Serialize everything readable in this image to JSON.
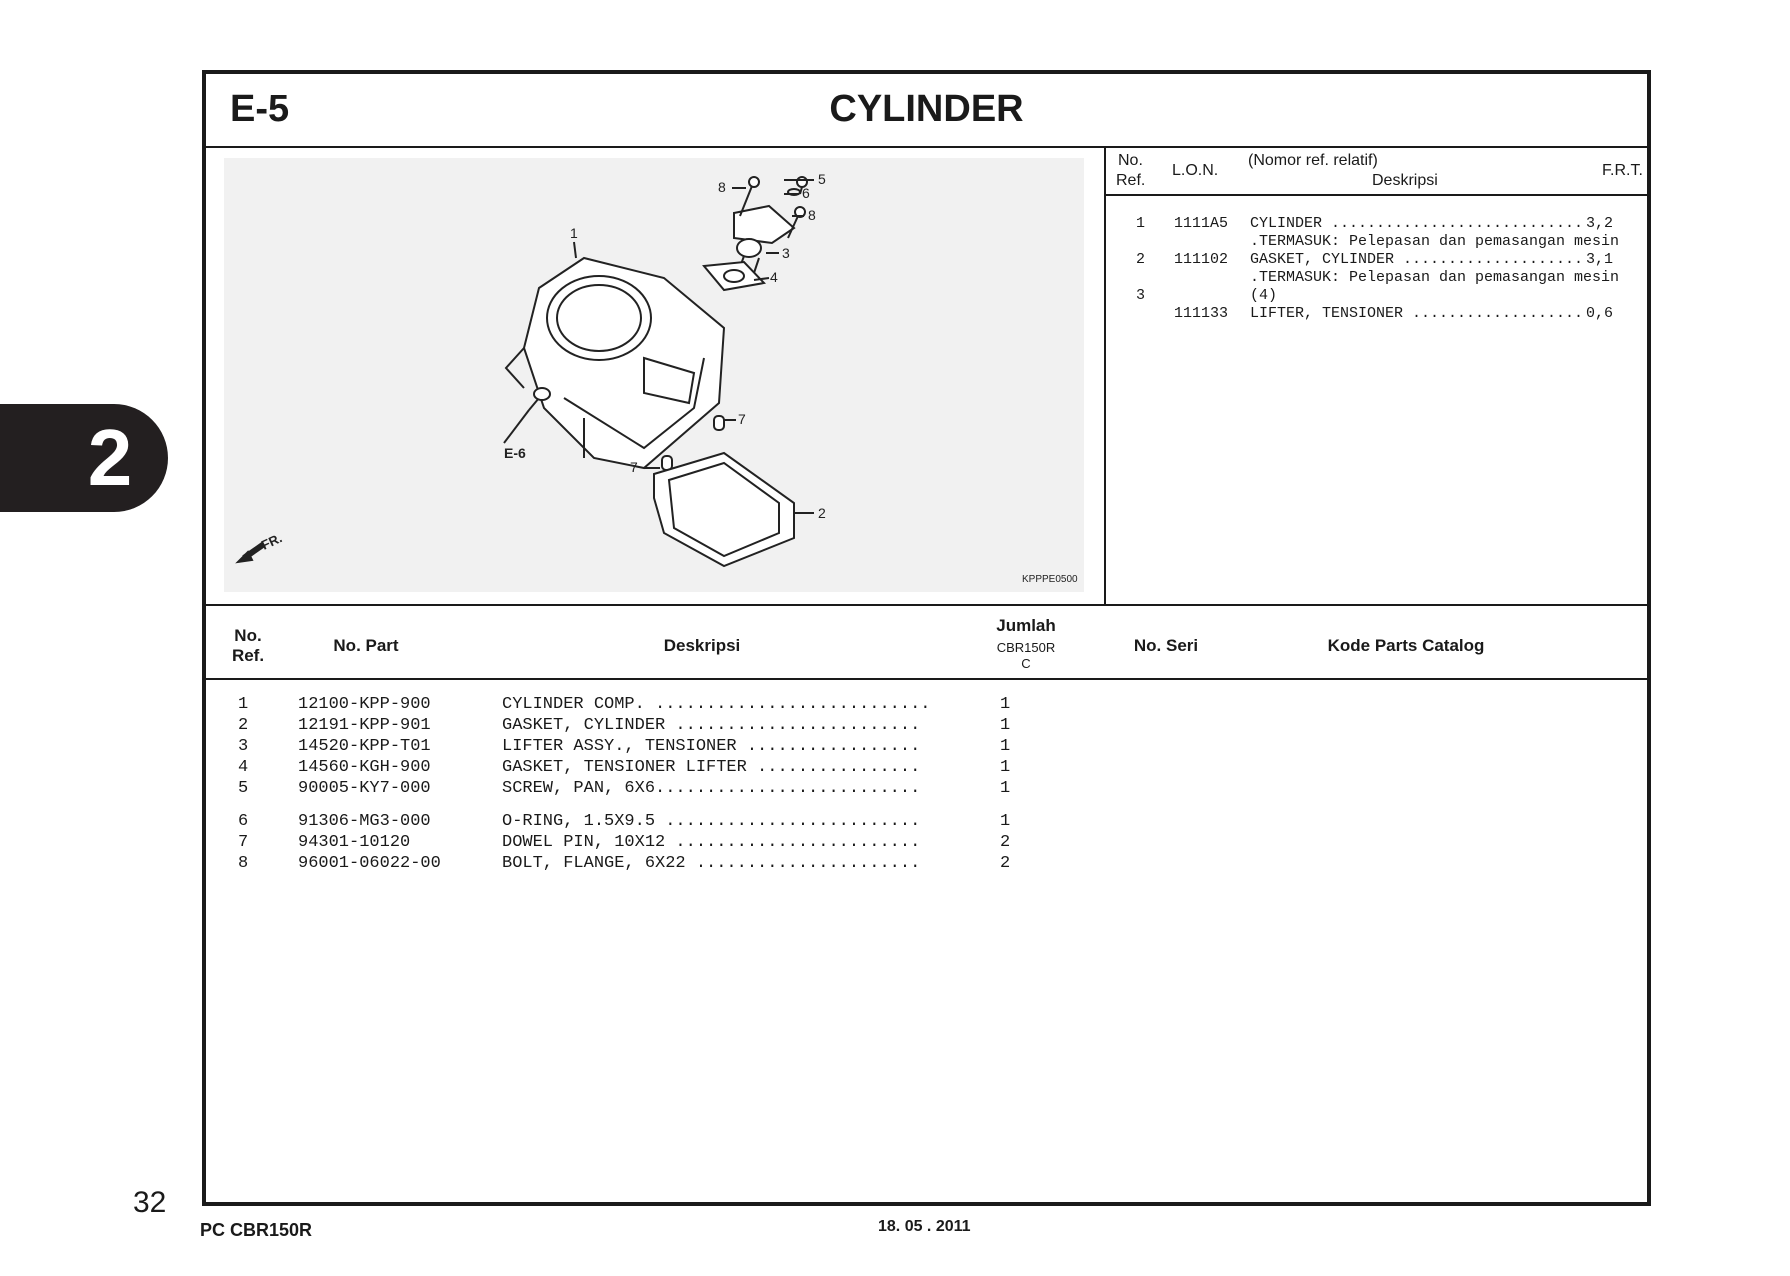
{
  "section_tab": "2",
  "page_number": "32",
  "header": {
    "code": "E-5",
    "title": "CYLINDER"
  },
  "diagram": {
    "image_code": "KPPPE0500",
    "fr_label": "FR.",
    "ref_e6": "E-6",
    "callouts": [
      "1",
      "2",
      "3",
      "4",
      "5",
      "6",
      "7",
      "7",
      "8",
      "8"
    ]
  },
  "lon_table": {
    "headers": {
      "no_ref_1": "No.",
      "no_ref_2": "Ref.",
      "lon": "L.O.N.",
      "relatif": "(Nomor ref. relatif)",
      "deskripsi": "Deskripsi",
      "frt": "F.R.T."
    },
    "rows": [
      {
        "ref": "1",
        "lon": "1111A5",
        "desc": "CYLINDER ............................",
        "frt": "3,2"
      },
      {
        "ref": "",
        "lon": "",
        "desc": ".TERMASUK: Pelepasan dan pemasangan mesin",
        "frt": ""
      },
      {
        "ref": "2",
        "lon": "111102",
        "desc": "GASKET, CYLINDER ....................",
        "frt": "3,1"
      },
      {
        "ref": "",
        "lon": "",
        "desc": ".TERMASUK: Pelepasan dan pemasangan mesin",
        "frt": ""
      },
      {
        "ref": "3",
        "lon": "",
        "desc": "(4)",
        "frt": ""
      },
      {
        "ref": "",
        "lon": "111133",
        "desc": "LIFTER, TENSIONER ...................",
        "frt": "0,6"
      }
    ]
  },
  "parts_table": {
    "headers": {
      "no_ref_1": "No.",
      "no_ref_2": "Ref.",
      "no_part": "No. Part",
      "deskripsi": "Deskripsi",
      "jumlah": "Jumlah",
      "model_1": "CBR150R",
      "model_2": "C",
      "no_seri": "No. Seri",
      "kode": "Kode Parts Catalog"
    },
    "rows": [
      {
        "ref": "1",
        "part": "12100-KPP-900",
        "desc": "CYLINDER COMP. ...........................",
        "qty": "1"
      },
      {
        "ref": "2",
        "part": "12191-KPP-901",
        "desc": "GASKET, CYLINDER ........................",
        "qty": "1"
      },
      {
        "ref": "3",
        "part": "14520-KPP-T01",
        "desc": "LIFTER ASSY., TENSIONER .................",
        "qty": "1"
      },
      {
        "ref": "4",
        "part": "14560-KGH-900",
        "desc": "GASKET, TENSIONER LIFTER ................",
        "qty": "1"
      },
      {
        "ref": "5",
        "part": "90005-KY7-000",
        "desc": "SCREW, PAN, 6X6..........................",
        "qty": "1"
      },
      {
        "ref": "6",
        "part": "91306-MG3-000",
        "desc": "O-RING, 1.5X9.5 .........................",
        "qty": "1"
      },
      {
        "ref": "7",
        "part": "94301-10120",
        "desc": "DOWEL PIN, 10X12 ........................",
        "qty": "2"
      },
      {
        "ref": "8",
        "part": "96001-06022-00",
        "desc": "BOLT, FLANGE, 6X22 ......................",
        "qty": "2"
      }
    ]
  },
  "footer": {
    "model": "PC CBR150R",
    "date": "18. 05 . 2011"
  }
}
